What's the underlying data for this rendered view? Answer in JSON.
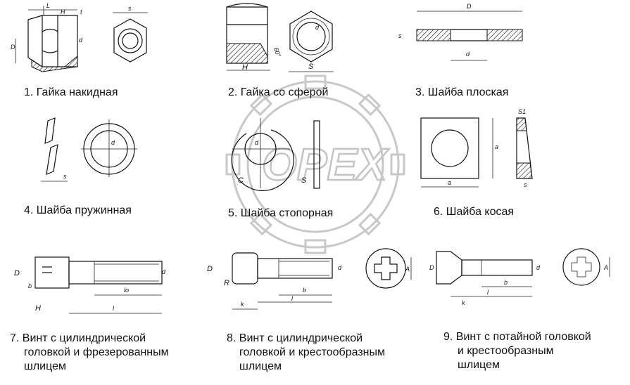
{
  "captions": {
    "p1": "1. Гайка накидная",
    "p2": "2. Гайка со сферой",
    "p3": "3. Шайба плоская",
    "p4": "4. Шайба пружинная",
    "p5": "5. Шайба стопорная",
    "p6": "6. Шайба косая",
    "p7_l1": "7. Винт с цилиндрической",
    "p7_l2": "головкой и фрезерованным",
    "p7_l3": "шлицем",
    "p8_l1": "8. Винт с цилиндрической",
    "p8_l2": "головкой и крестообразным",
    "p8_l3": "шлицем",
    "p9_l1": "9. Винт с потайной головкой",
    "p9_l2": "и крестообразным",
    "p9_l3": "шлицем"
  },
  "dims": {
    "L": "L",
    "H": "H",
    "t": "t",
    "D": "D",
    "d": "d",
    "s": "s",
    "S": "S",
    "angle60": "60°",
    "s1": "S1",
    "a": "a",
    "b": "b",
    "c": "C",
    "lo": "lo",
    "l": "l",
    "k": "k",
    "R": "R",
    "A": "A"
  },
  "watermark": {
    "text": "OPEX"
  }
}
